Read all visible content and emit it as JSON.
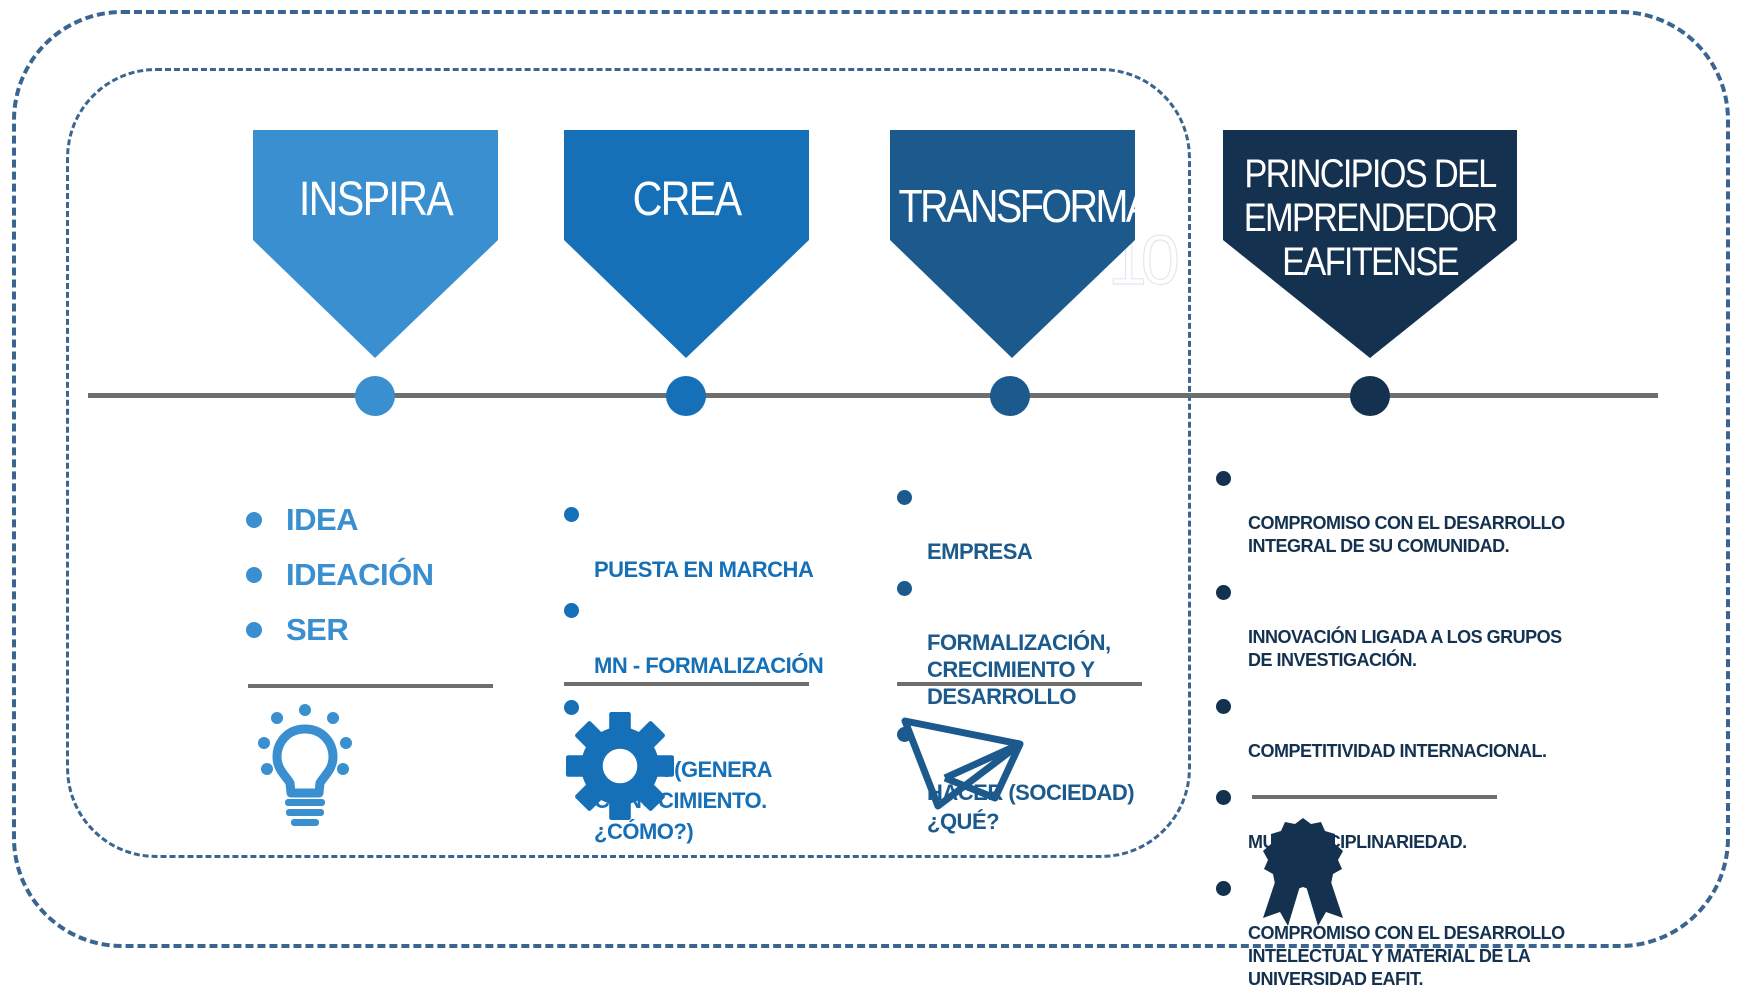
{
  "stages": [
    {
      "title": "INSPIRA",
      "color": "#3a8fd0",
      "items": [
        "IDEA",
        "IDEACIÓN",
        "SER"
      ],
      "icon": "lightbulb-icon"
    },
    {
      "title": "CREA",
      "color": "#1570b8",
      "items": [
        "PUESTA EN MARCHA",
        "MN - FORMALIZACIÓN",
        "SABER (GENERA\nCONOCIMIENTO.\n¿CÓMO?)"
      ],
      "icon": "gear-icon"
    },
    {
      "title": "TRANSFORMA",
      "color": "#1c5a8e",
      "items": [
        "EMPRESA",
        "FORMALIZACIÓN,\nCRECIMIENTO Y\nDESARROLLO",
        "HACER (SOCIEDAD)\n¿QUÉ?"
      ],
      "icon": "paper-plane-icon"
    },
    {
      "title": "PRINCIPIOS  DEL\nEMPRENDEDOR\nEAFITENSE",
      "color": "#14324f",
      "items": [
        "COMPROMISO CON EL DESARROLLO\nINTEGRAL DE SU COMUNIDAD.",
        "INNOVACIÓN LIGADA A LOS GRUPOS\nDE INVESTIGACIÓN.",
        "COMPETITIVIDAD INTERNACIONAL.",
        "MULTIDISCIPLINARIEDAD.",
        "COMPROMISO CON EL DESARROLLO\nINTELECTUAL Y MATERIAL DE LA\nUNIVERSIDAD EAFIT."
      ],
      "icon": "award-ribbon-icon"
    }
  ],
  "watermark": "10",
  "colors": {
    "frame": "#3b6591",
    "timeline": "#6e6e6e"
  }
}
